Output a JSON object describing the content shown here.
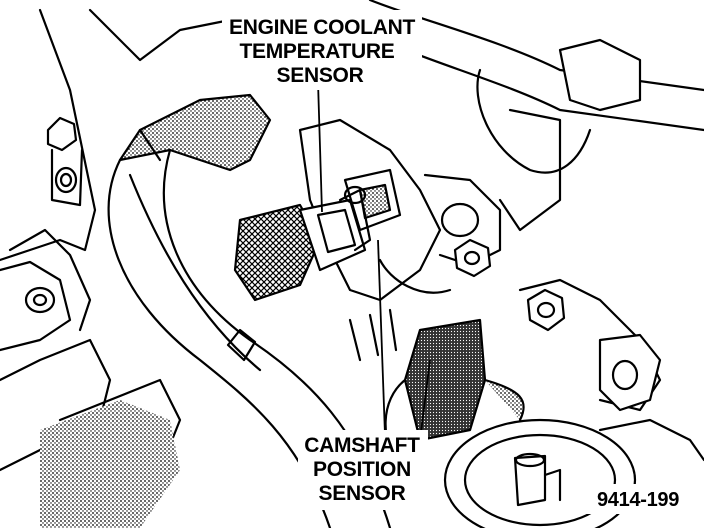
{
  "labels": {
    "ect_line1": "ENGINE COOLANT",
    "ect_line2": "TEMPERATURE",
    "ect_line3": "SENSOR",
    "cmp_line1": "CAMSHAFT",
    "cmp_line2": "POSITION",
    "cmp_line3": "SENSOR"
  },
  "figure_number": "9414-199"
}
